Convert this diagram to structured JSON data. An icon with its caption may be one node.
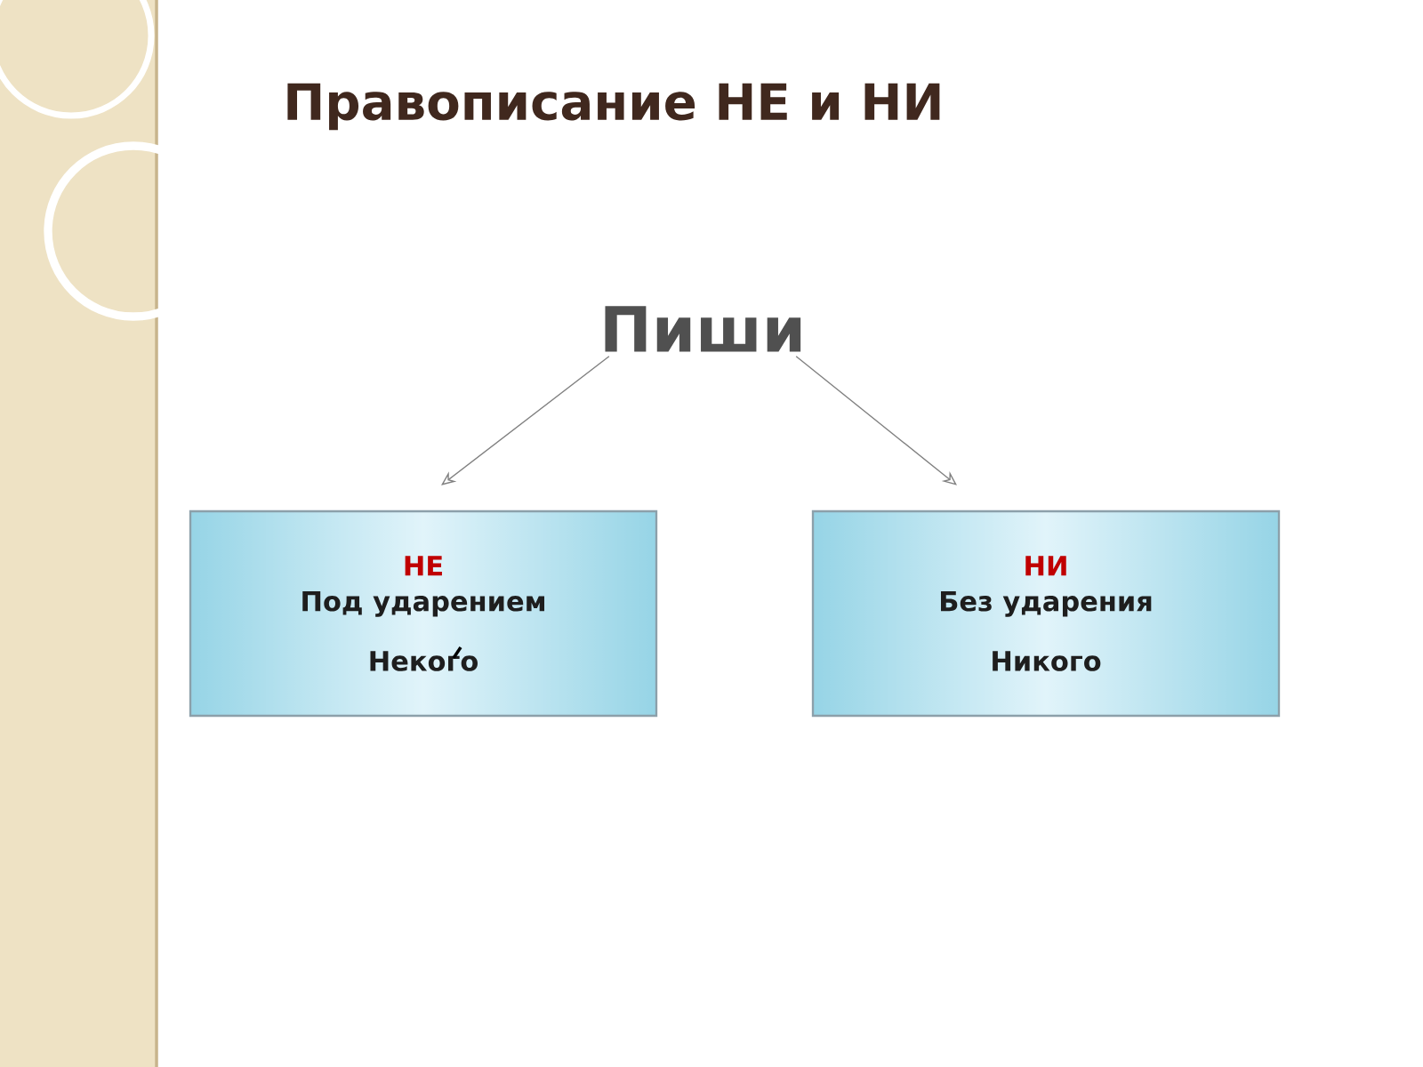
{
  "diagram": {
    "title": "Правописание НЕ и НИ",
    "nodes": [
      {
        "text": [
          "Пиши"
        ]
      },
      {
        "text": [
          "НЕ",
          "Под ударением",
          "Некого"
        ]
      },
      {
        "text": [
          "НИ",
          "Без ударения",
          "Никого"
        ]
      }
    ],
    "edges": [
      {
        "from": 0,
        "to": 1,
        "arrow": "to"
      },
      {
        "from": 0,
        "to": 2,
        "arrow": "to"
      }
    ]
  }
}
